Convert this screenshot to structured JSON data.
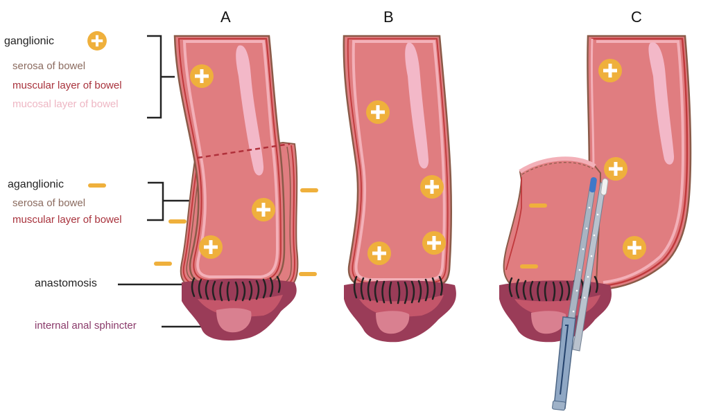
{
  "panels": [
    {
      "label": "A"
    },
    {
      "label": "B"
    },
    {
      "label": "C"
    }
  ],
  "legend": {
    "ganglionic": {
      "title": "ganglionic",
      "symbol": "plus",
      "layers": [
        "serosa of bowel",
        "muscular layer of bowel",
        "mucosal layer of bowel"
      ]
    },
    "aganglionic": {
      "title": "aganglionic",
      "symbol": "minus",
      "layers": [
        "serosa of bowel",
        "muscular layer of bowel"
      ]
    },
    "anastomosis": "anastomosis",
    "internal_anal_sphincter": "internal anal sphincter"
  },
  "colors": {
    "ganglion_marker": "#efb03c",
    "bowel_fill": "#e07d80",
    "mucosa_highlight": "#f3b8c8",
    "muscular": "#c0393c",
    "serosa": "#8a5a48",
    "sphincter_outer": "#9a3c58",
    "sphincter_inner": "#c4566a",
    "stapler": "#8fa7c4"
  }
}
